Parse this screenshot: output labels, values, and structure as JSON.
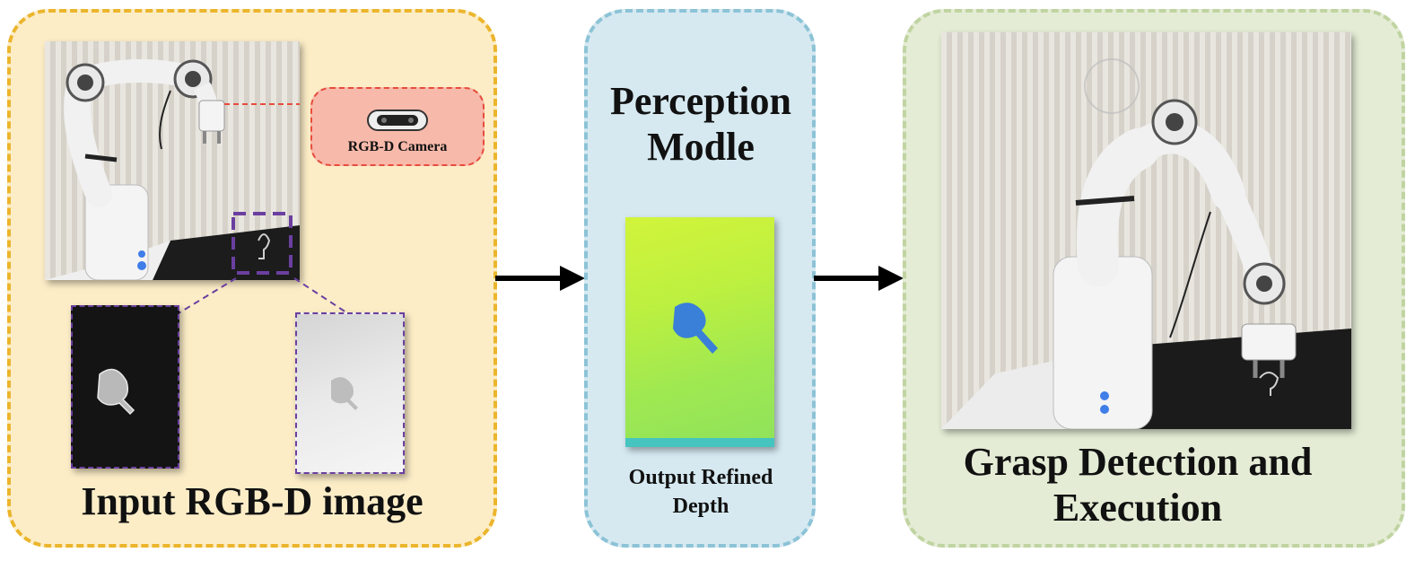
{
  "panels": {
    "input": {
      "title": "Input RGB-D image",
      "callout": "RGB-D Camera"
    },
    "perception": {
      "title": "Perception Modle",
      "caption": "Output Refined Depth"
    },
    "grasp": {
      "title": "Grasp Detection and Execution"
    }
  },
  "colors": {
    "input_fill": "#fcedc7",
    "input_border": "#ebb52c",
    "perception_fill": "#d6e9f1",
    "perception_border": "#8cc3d6",
    "grasp_fill": "#e4ecd5",
    "grasp_border": "#c0d4a1",
    "callout_fill": "#f7b9aa",
    "callout_border": "#e74c3c",
    "crop_border": "#6b3fa0"
  },
  "icons": [
    "camera-icon",
    "robot-arm-image",
    "wine-glass-image",
    "depth-map-image",
    "arrow-right-icon"
  ]
}
